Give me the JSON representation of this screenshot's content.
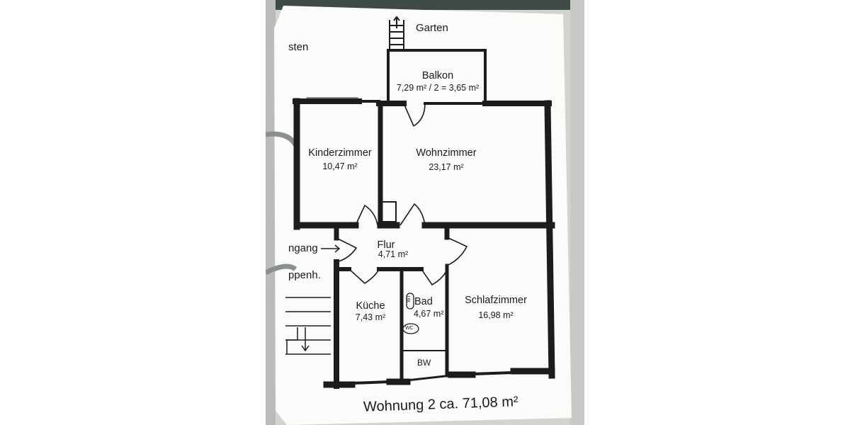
{
  "plan": {
    "garden": "Garten",
    "left_cut_top": "sten",
    "entrance": "ngang",
    "stairwell": "ppenh.",
    "balcony": {
      "name": "Balkon",
      "area": "7,29 m² / 2 = 3,65 m²"
    },
    "childrens_room": {
      "name": "Kinderzimmer",
      "area": "10,47 m²"
    },
    "living_room": {
      "name": "Wohnzimmer",
      "area": "23,17  m²"
    },
    "hallway": {
      "name": "Flur",
      "area": "4,71 m²"
    },
    "kitchen": {
      "name": "Küche",
      "area": "7,43 m²"
    },
    "bathroom": {
      "name": "Bad",
      "area": "4,67 m²",
      "wt_symbol": "WT",
      "wc_symbol": "WC"
    },
    "bedroom": {
      "name": "Schlafzimmer",
      "area": "16,98 m²"
    },
    "bw_label": "BW",
    "footer": "Wohnung 2 ca. 71,08 m²"
  },
  "colors": {
    "paper": "#fbfbf9",
    "wall": "#1c1c1c",
    "background": "#d9d9d6",
    "binder": "#3c4a4a"
  }
}
